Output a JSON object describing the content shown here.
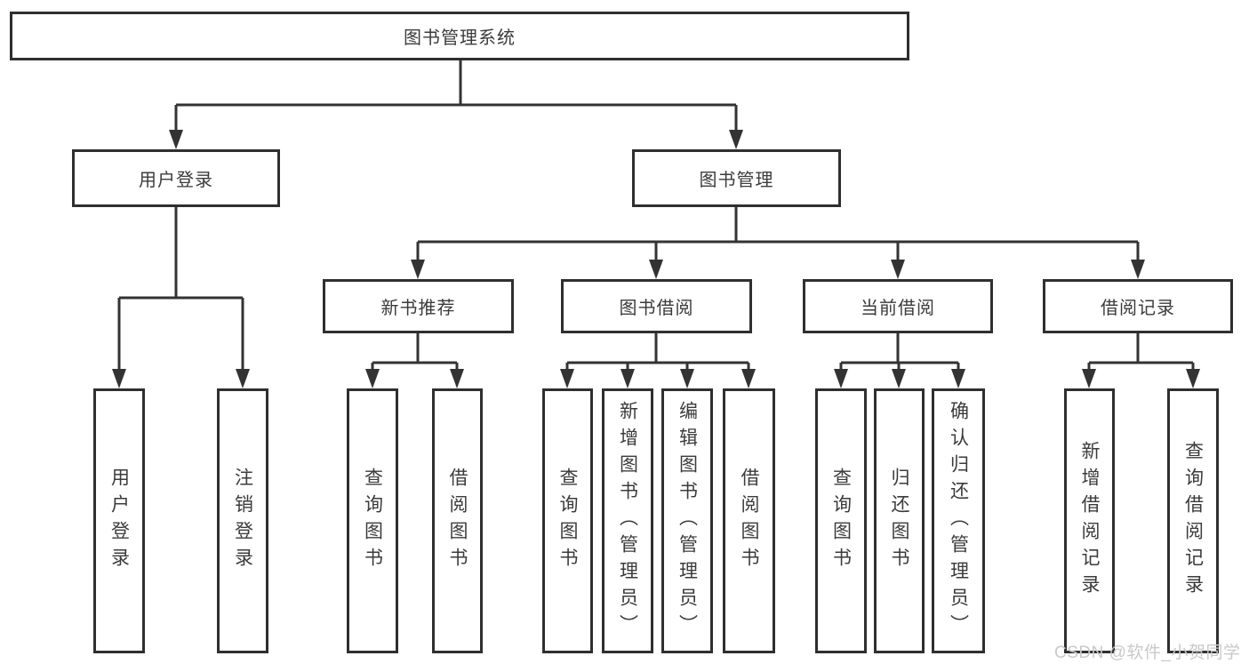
{
  "diagram": {
    "type": "tree",
    "watermark": "CSDN @软件_小贺同学",
    "colors": {
      "line": "#333333",
      "box_border": "#2f2f2f",
      "text": "#3b3b3b",
      "watermark": "#c9c9c9",
      "background": "#ffffff"
    },
    "root": {
      "label": "图书管理系统",
      "children": [
        {
          "label": "用户登录",
          "children": [
            {
              "label": "用户登录"
            },
            {
              "label": "注销登录"
            }
          ]
        },
        {
          "label": "图书管理",
          "children": [
            {
              "label": "新书推荐",
              "children": [
                {
                  "label": "查询图书"
                },
                {
                  "label": "借阅图书"
                }
              ]
            },
            {
              "label": "图书借阅",
              "children": [
                {
                  "label": "查询图书"
                },
                {
                  "label": "新增图书（管理员）"
                },
                {
                  "label": "编辑图书（管理员）"
                },
                {
                  "label": "借阅图书"
                }
              ]
            },
            {
              "label": "当前借阅",
              "children": [
                {
                  "label": "查询图书"
                },
                {
                  "label": "归还图书"
                },
                {
                  "label": "确认归还（管理员）"
                }
              ]
            },
            {
              "label": "借阅记录",
              "children": [
                {
                  "label": "新增借阅记录"
                },
                {
                  "label": "查询借阅记录"
                }
              ]
            }
          ]
        }
      ]
    }
  }
}
